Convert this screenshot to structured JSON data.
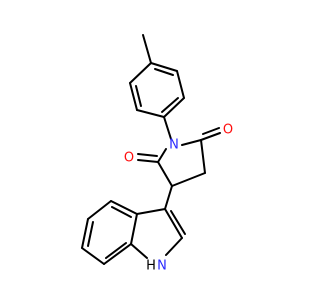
{
  "atoms": {
    "imide_n": {
      "symbol": "N",
      "color": "#2a2aff"
    },
    "oxygen_right": {
      "symbol": "O",
      "color": "#ff0d0d"
    },
    "oxygen_left": {
      "symbol": "O",
      "color": "#ff0d0d"
    },
    "indole_nh": {
      "symbol": "H",
      "n": "N",
      "color": "#2a2aff"
    }
  }
}
